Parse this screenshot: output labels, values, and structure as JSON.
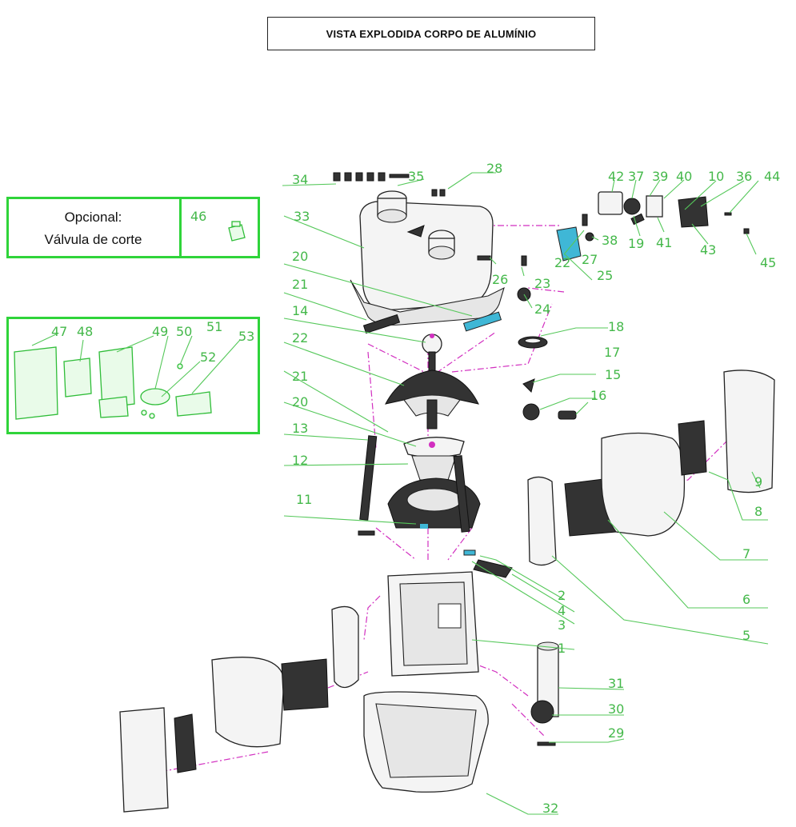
{
  "title": "VISTA EXPLODIDA CORPO DE ALUMÍNIO",
  "optional_box": {
    "line1": "Opcional:",
    "line2": "Válvula de corte",
    "part_number": "46"
  },
  "accessory_labels": [
    "47",
    "48",
    "49",
    "50",
    "51",
    "52",
    "53"
  ],
  "part_labels": {
    "p1": "1",
    "p2": "2",
    "p3": "3",
    "p4": "4",
    "p5": "5",
    "p6": "6",
    "p7": "7",
    "p8": "8",
    "p9": "9",
    "p10": "10",
    "p11": "11",
    "p12": "12",
    "p13": "13",
    "p14": "14",
    "p15": "15",
    "p16": "16",
    "p17": "17",
    "p18": "18",
    "p19": "19",
    "p20a": "20",
    "p20b": "20",
    "p21a": "21",
    "p21b": "21",
    "p22a": "22",
    "p22b": "22",
    "p23": "23",
    "p24": "24",
    "p25": "25",
    "p26": "26",
    "p27": "27",
    "p28": "28",
    "p29": "29",
    "p30": "30",
    "p31": "31",
    "p32": "32",
    "p33": "33",
    "p34": "34",
    "p35": "35",
    "p36": "36",
    "p37": "37",
    "p38": "38",
    "p39": "39",
    "p40": "40",
    "p41": "41",
    "p42": "42",
    "p43": "43",
    "p44": "44",
    "p45": "45"
  },
  "colors": {
    "label_green": "#44b84a",
    "box_green": "#2fd43a",
    "axis_magenta": "#d22fc0",
    "highlight_cyan": "#3fb7d6"
  }
}
